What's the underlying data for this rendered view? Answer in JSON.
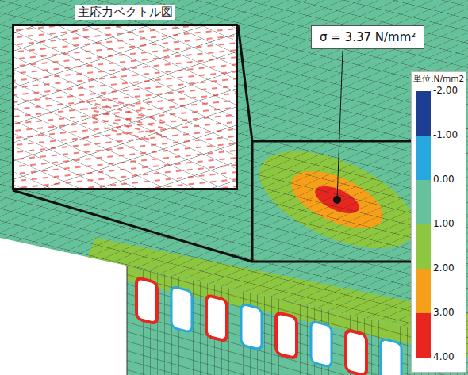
{
  "diagram": {
    "nodes": [
      {
        "text": [
          "主応力ベクトル図"
        ]
      },
      {
        "text": [
          "σ = 3.37 N/mm²"
        ]
      }
    ],
    "labels": [
      "単位:N/mm2",
      "4.00"
    ],
    "legend": [
      {
        "text": "-2.00",
        "color": "#1c3f94"
      },
      {
        "text": "-1.00",
        "color": "#29a8df"
      },
      {
        "text": "0.00",
        "color": "#66c29a"
      },
      {
        "text": "1.00",
        "color": "#8dc63f"
      },
      {
        "text": "2.00",
        "color": "#f6a01a"
      },
      {
        "text": "3.00",
        "color": "#e8251f"
      }
    ]
  }
}
